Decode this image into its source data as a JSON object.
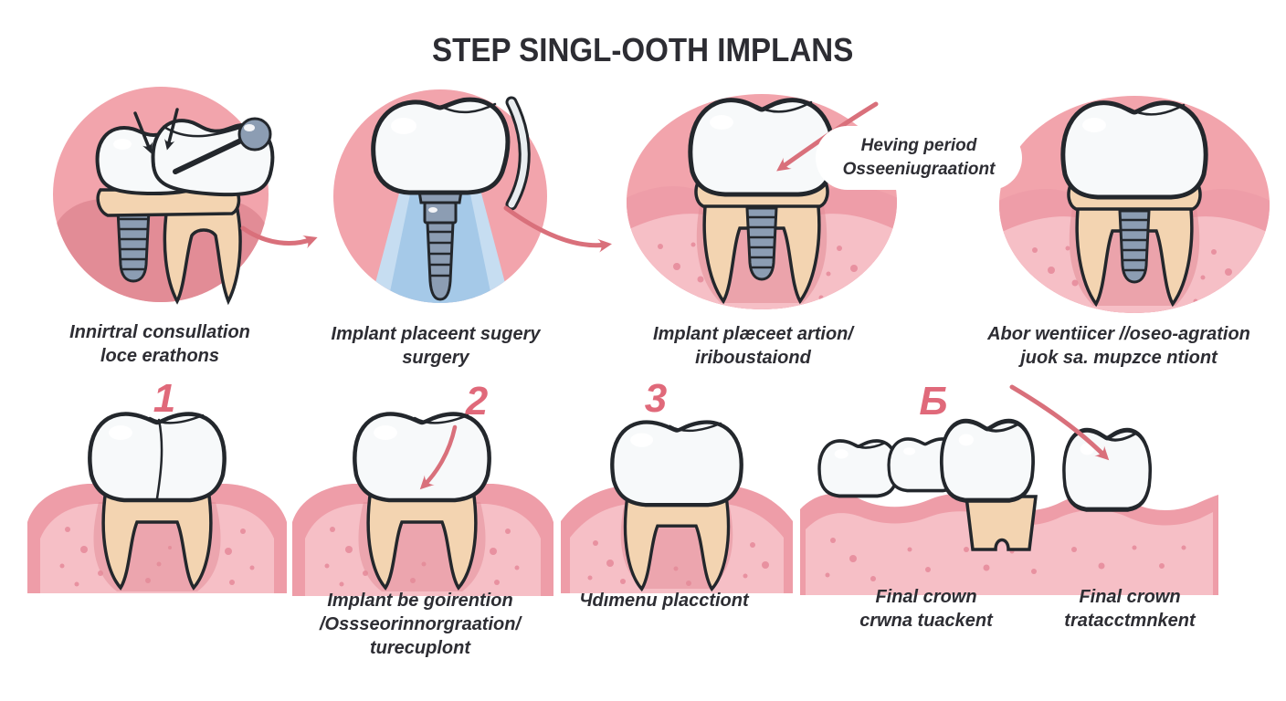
{
  "title": "STEP SINGL-OOTH IMPLANS",
  "top_row": {
    "steps": [
      {
        "caption": "Innirtral consullation\nloce erathons"
      },
      {
        "caption": "Implant placeent sugery\nsurgery"
      },
      {
        "caption": "Implant plæceet artion/\niriboustaiond"
      },
      {
        "caption": "Abor wentiicer //oseo-agration\njuok sa. mupzce ntiont"
      }
    ],
    "callout": "Heving period\nOsseeniugraationt"
  },
  "bottom_row": {
    "numbers": [
      "1",
      "2",
      "3",
      "Б"
    ],
    "captions": {
      "step2": "Implant be goirention\n/Ossseorinnorgraation/\nturecuplont",
      "step3": "Чdımenu placctiont",
      "step5_left": "Final crown\ncrwna tuackent",
      "step5_right": "Final crown\ntratacctmnkent"
    }
  },
  "colors": {
    "pink_circle": "#F2A4AC",
    "gum_dark": "#E28C96",
    "gum_mid": "#EE9DA8",
    "bone_light": "#F6BFC6",
    "speckle": "#E891A0",
    "tooth_white": "#F7F9FA",
    "tooth_shade": "#D9DEE3",
    "root_tan": "#F3D4B1",
    "implant_gray": "#8C9DB3",
    "blue_light": "#C6DDF1",
    "blue_mid": "#A5C9E8",
    "arrow_red": "#D9707B",
    "number_pink": "#E0697A",
    "text_dark": "#2D2D33",
    "outline": "#23272C",
    "background": "#FFFFFF"
  }
}
